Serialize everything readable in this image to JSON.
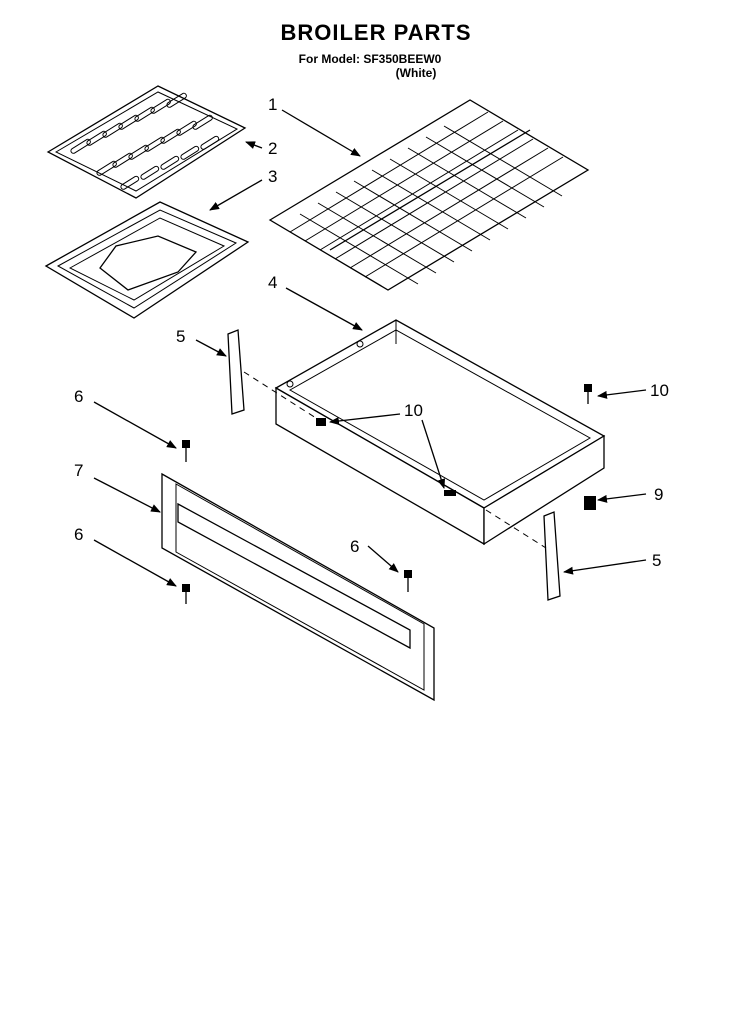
{
  "header": {
    "title": "BROILER PARTS",
    "model_line": "For Model: SF350BEEW0",
    "color_line": "(White)"
  },
  "callouts": {
    "c1": "1",
    "c2": "2",
    "c3": "3",
    "c4": "4",
    "c5a": "5",
    "c5b": "5",
    "c6a": "6",
    "c6b": "6",
    "c6c": "6",
    "c7": "7",
    "c9": "9",
    "c10a": "10",
    "c10b": "10"
  }
}
